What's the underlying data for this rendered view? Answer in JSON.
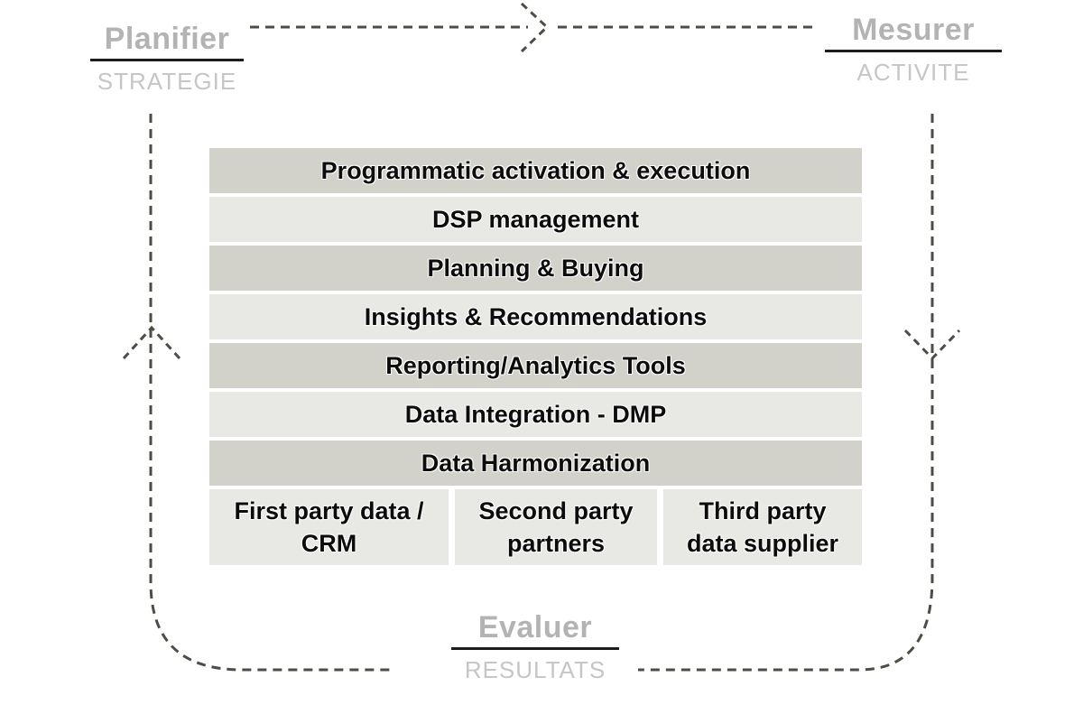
{
  "cycle_labels": {
    "planifier": {
      "title": "Planifier",
      "subtitle": "STRATEGIE"
    },
    "mesurer": {
      "title": "Mesurer",
      "subtitle": "ACTIVITE"
    },
    "evaluer": {
      "title": "Evaluer",
      "subtitle": "RESULTATS"
    }
  },
  "stack": {
    "rows": [
      {
        "label": "Programmatic activation & execution"
      },
      {
        "label": "DSP management"
      },
      {
        "label": "Planning & Buying"
      },
      {
        "label": "Insights & Recommendations"
      },
      {
        "label": "Reporting/Analytics Tools"
      },
      {
        "label": "Data Integration - DMP"
      },
      {
        "label": "Data Harmonization"
      }
    ],
    "data_sources": [
      {
        "line1": "First party data /",
        "line2": "CRM"
      },
      {
        "line1": "Second party",
        "line2": "partners"
      },
      {
        "line1": "Third party",
        "line2": "data supplier"
      }
    ]
  },
  "colors": {
    "row_dark": "#d2d2ca",
    "row_light": "#e8e8e4",
    "heading_gray": "#b3b3b3",
    "subheading_gray": "#c6c6c6",
    "underline_dark": "#1c1c1c",
    "dash_gray": "#4d4d46"
  }
}
